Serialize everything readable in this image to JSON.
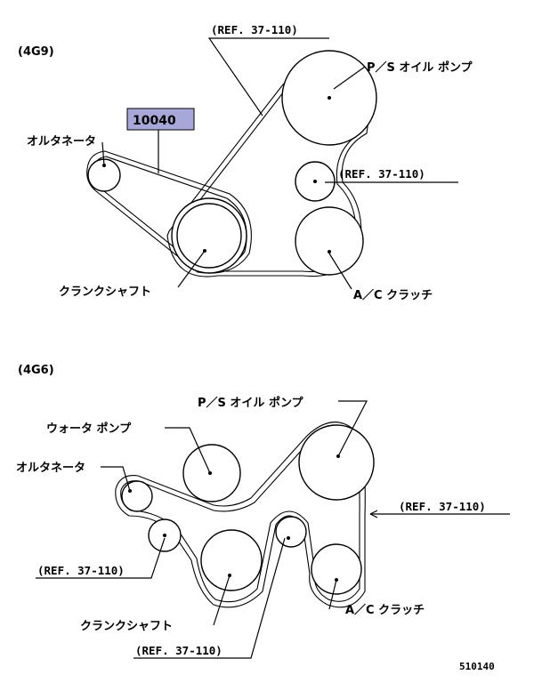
{
  "top": {
    "engine": "(4G9)",
    "part_number": "10040",
    "labels": {
      "ref_top": "(REF. 37-110)",
      "ref_mid": "(REF. 37-110)",
      "ps_pump": "P／S オイル ポンプ",
      "alternator": "オルタネータ",
      "crankshaft": "クランクシャフト",
      "ac_clutch": "A／C クラッチ"
    }
  },
  "bottom": {
    "engine": "(4G6)",
    "labels": {
      "ps_pump": "P／S オイル ポンプ",
      "water_pump": "ウォータ ポンプ",
      "alternator": "オルタネータ",
      "ref_right": "(REF. 37-110)",
      "ref_left": "(REF. 37-110)",
      "ref_bottom": "(REF. 37-110)",
      "ac_clutch": "A／C クラッチ",
      "crankshaft": "クランクシャフト"
    }
  },
  "footer_code": "510140",
  "colors": {
    "part_box": "#a7a7d9",
    "ink": "#000000"
  }
}
